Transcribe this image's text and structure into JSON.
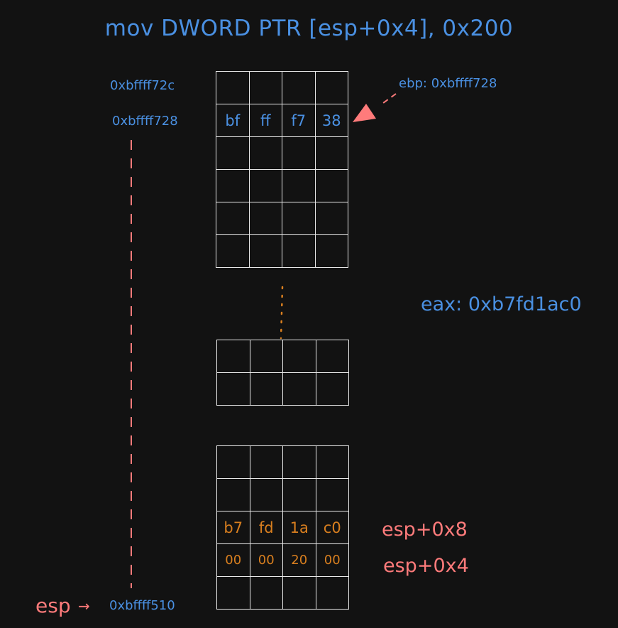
{
  "title": "mov DWORD PTR [esp+0x4], 0x200",
  "addresses": {
    "top_addr": "0xbffff72c",
    "ebp_addr": "0xbffff728",
    "esp_addr": "0xbffff510"
  },
  "ebp_label": "ebp: 0xbffff728",
  "eax_label": "eax: 0xb7fd1ac0",
  "esp_label": "esp",
  "esp_arrow": "→",
  "ebp_row_bytes": [
    "bf",
    "ff",
    "f7",
    "38"
  ],
  "esp8_row_bytes": [
    "b7",
    "fd",
    "1a",
    "c0"
  ],
  "esp4_row_bytes": [
    "00",
    "00",
    "20",
    "00"
  ],
  "esp_offsets": {
    "plus8": "esp+0x8",
    "plus4": "esp+0x4"
  },
  "colors": {
    "background": "#121212",
    "blue_text": "#4a90e2",
    "red_text": "#ff7b7b",
    "orange_text": "#d97f1f",
    "grid_lines": "#e8e8e8"
  }
}
